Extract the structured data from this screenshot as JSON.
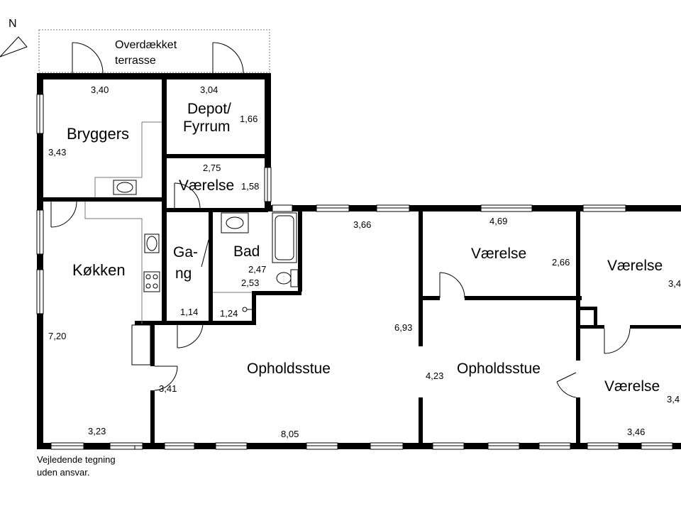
{
  "compass": {
    "label": "N"
  },
  "terrace": {
    "line1": "Overdækket",
    "line2": "terrasse"
  },
  "rooms": {
    "bryggers": "Bryggers",
    "depot_line1": "Depot/",
    "depot_line2": "Fyrrum",
    "vaerelse_small": "Værelse",
    "koekken": "Køkken",
    "gang_line1": "Ga-",
    "gang_line2": "ng",
    "bad": "Bad",
    "opholdsstue_1": "Opholdsstue",
    "vaerelse_mid": "Værelse",
    "opholdsstue_2": "Opholdsstue",
    "vaerelse_right_top": "Værelse",
    "vaerelse_right_bottom": "Værelse"
  },
  "dimensions": {
    "bryggers_width": "3,40",
    "bryggers_depth": "3,43",
    "depot_width": "3,04",
    "depot_depth": "1,66",
    "vaerelse_small_width": "2,75",
    "vaerelse_small_depth": "1,58",
    "opholdsstue_top": "3,66",
    "vaerelse_mid_width": "4,69",
    "vaerelse_mid_depth": "2,66",
    "vaerelse_right_top_depth": "3,4",
    "bad_a": "2,47",
    "bad_b": "2,53",
    "gang_width": "1,14",
    "bad_small": "1,24",
    "opholdsstue_depth": "6,93",
    "koekken_depth": "7,20",
    "koekken_width": "3,23",
    "opholdsstue_offset": "3,41",
    "opholdsstue_bottom": "8,05",
    "opholdsstue_2_depth": "4,23",
    "vaerelse_right_bottom_width": "3,46",
    "vaerelse_right_bottom_depth": "3,4"
  },
  "disclaimer": {
    "line1": "Vejledende tegning",
    "line2": "uden ansvar."
  }
}
